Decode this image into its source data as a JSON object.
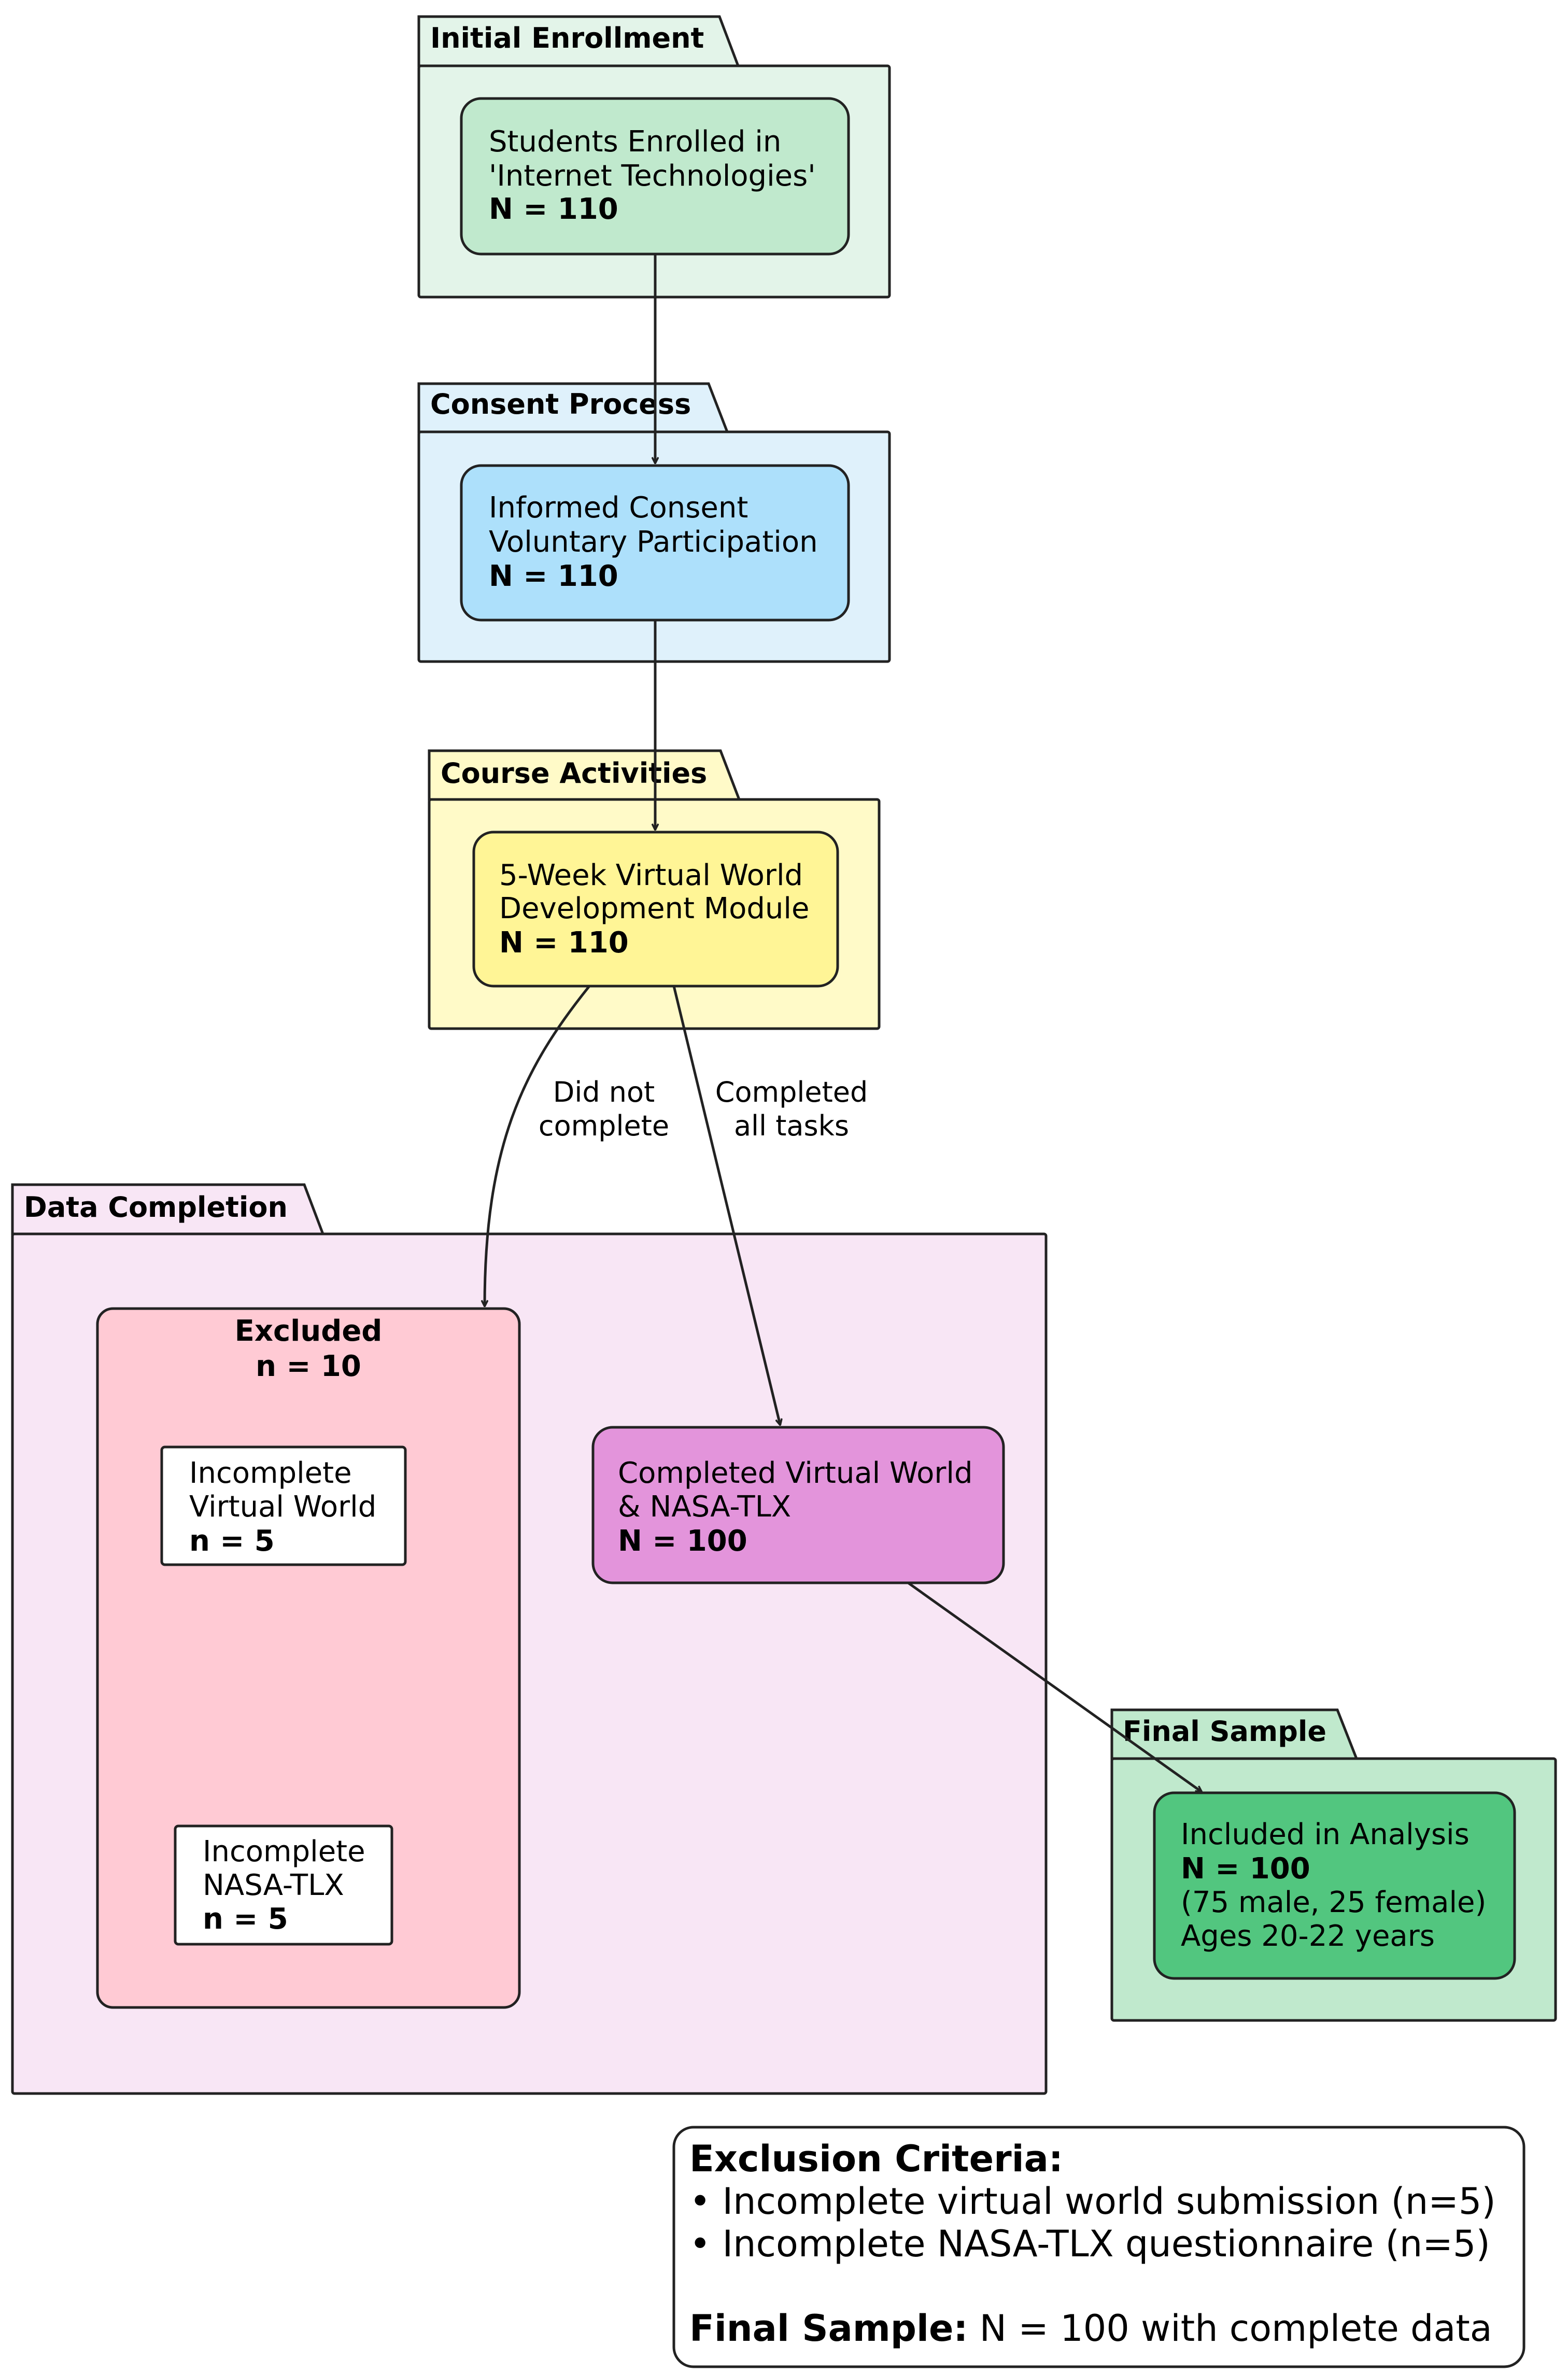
{
  "colors": {
    "enrollment_pkg": "#e3f4e9",
    "enrollment_node": "#c0e9cd",
    "consent_pkg": "#dff1fb",
    "consent_node": "#ade0fb",
    "course_pkg": "#fffac8",
    "course_node": "#fff596",
    "data_pkg": "#f8e6f5",
    "excluded_box": "#ffcad4",
    "completed_node": "#e394db",
    "final_pkg": "#c0e9cd",
    "final_node": "#52c67f",
    "line": "#222222"
  },
  "packages": {
    "enrollment": {
      "title": "Initial Enrollment"
    },
    "consent": {
      "title": "Consent Process"
    },
    "course": {
      "title": "Course Activities"
    },
    "data": {
      "title": "Data Completion"
    },
    "final": {
      "title": "Final Sample"
    }
  },
  "nodes": {
    "enrolled": {
      "line1": "Students Enrolled in",
      "line2": "'Internet Technologies'",
      "count": "N = 110"
    },
    "consent": {
      "line1": "Informed Consent",
      "line2": "Voluntary Participation",
      "count": "N = 110"
    },
    "module": {
      "line1": "5-Week Virtual World",
      "line2": "Development Module",
      "count": "N = 110"
    },
    "excluded": {
      "title": "Excluded",
      "count": "n = 10"
    },
    "incomplete_vw": {
      "line1": "Incomplete",
      "line2": "Virtual World",
      "count": "n = 5"
    },
    "incomplete_tlx": {
      "line1": "Incomplete",
      "line2": "NASA-TLX",
      "count": "n = 5"
    },
    "completed": {
      "line1": "Completed Virtual World",
      "line2": "& NASA-TLX",
      "count": "N = 100"
    },
    "included": {
      "line1": "Included in Analysis",
      "count": "N = 100",
      "line3": "(75 male, 25 female)",
      "line4": "Ages 20-22 years"
    }
  },
  "edges": {
    "not_complete": {
      "line1": "Did not",
      "line2": "complete"
    },
    "completed_all": {
      "line1": "Completed",
      "line2": "all tasks"
    }
  },
  "criteria": {
    "heading": "Exclusion Criteria:",
    "bullet1": "• Incomplete virtual world submission (n=5)",
    "bullet2": "• Incomplete NASA-TLX questionnaire (n=5)",
    "final_label": "Final Sample:",
    "final_text": " N = 100 with complete data"
  }
}
